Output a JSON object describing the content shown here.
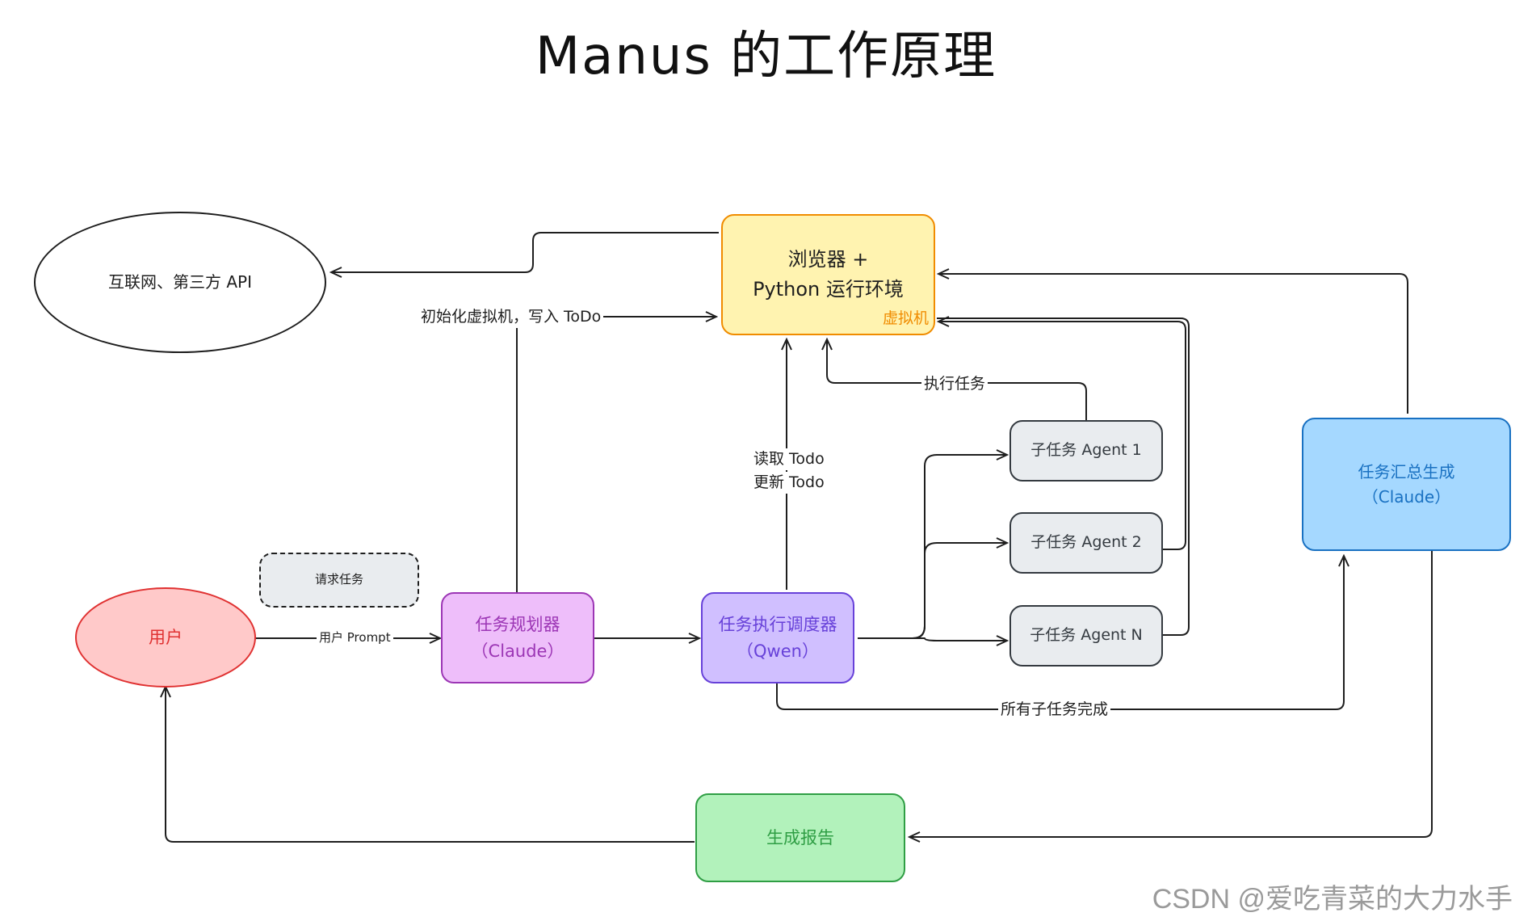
{
  "title": "Manus 的工作原理",
  "nodes": {
    "internet": "互联网、第三方 API",
    "browser_line1": "浏览器 +",
    "browser_line2": "Python 运行环境",
    "browser_tag": "虚拟机",
    "user": "用户",
    "request": "请求任务",
    "planner_line1": "任务规划器",
    "planner_line2": "（Claude）",
    "scheduler_line1": "任务执行调度器",
    "scheduler_line2": "（Qwen）",
    "agent1": "子任务 Agent 1",
    "agent2": "子任务 Agent 2",
    "agentN": "子任务 Agent N",
    "summary_line1": "任务汇总生成",
    "summary_line2": "（Claude）",
    "report": "生成报告"
  },
  "edges": {
    "init_vm": "初始化虚拟机，写入 ToDo",
    "exec_task": "执行任务",
    "read_todo": "读取 Todo",
    "update_todo": "更新 Todo",
    "user_prompt": "用户 Prompt",
    "all_done": "所有子任务完成"
  },
  "colors": {
    "browser_fill": "#fff3b0",
    "browser_stroke": "#f08c00",
    "user_fill": "#ffc9c9",
    "user_stroke": "#e03131",
    "planner_fill": "#eebefa",
    "planner_stroke": "#9c36b5",
    "scheduler_fill": "#d0bfff",
    "scheduler_stroke": "#6741d9",
    "agent_fill": "#e9ecef",
    "agent_stroke": "#343a40",
    "summary_fill": "#a5d8ff",
    "summary_stroke": "#1971c2",
    "report_fill": "#b2f2bb",
    "report_stroke": "#2f9e44"
  },
  "watermark": "CSDN @爱吃青菜的大力水手"
}
